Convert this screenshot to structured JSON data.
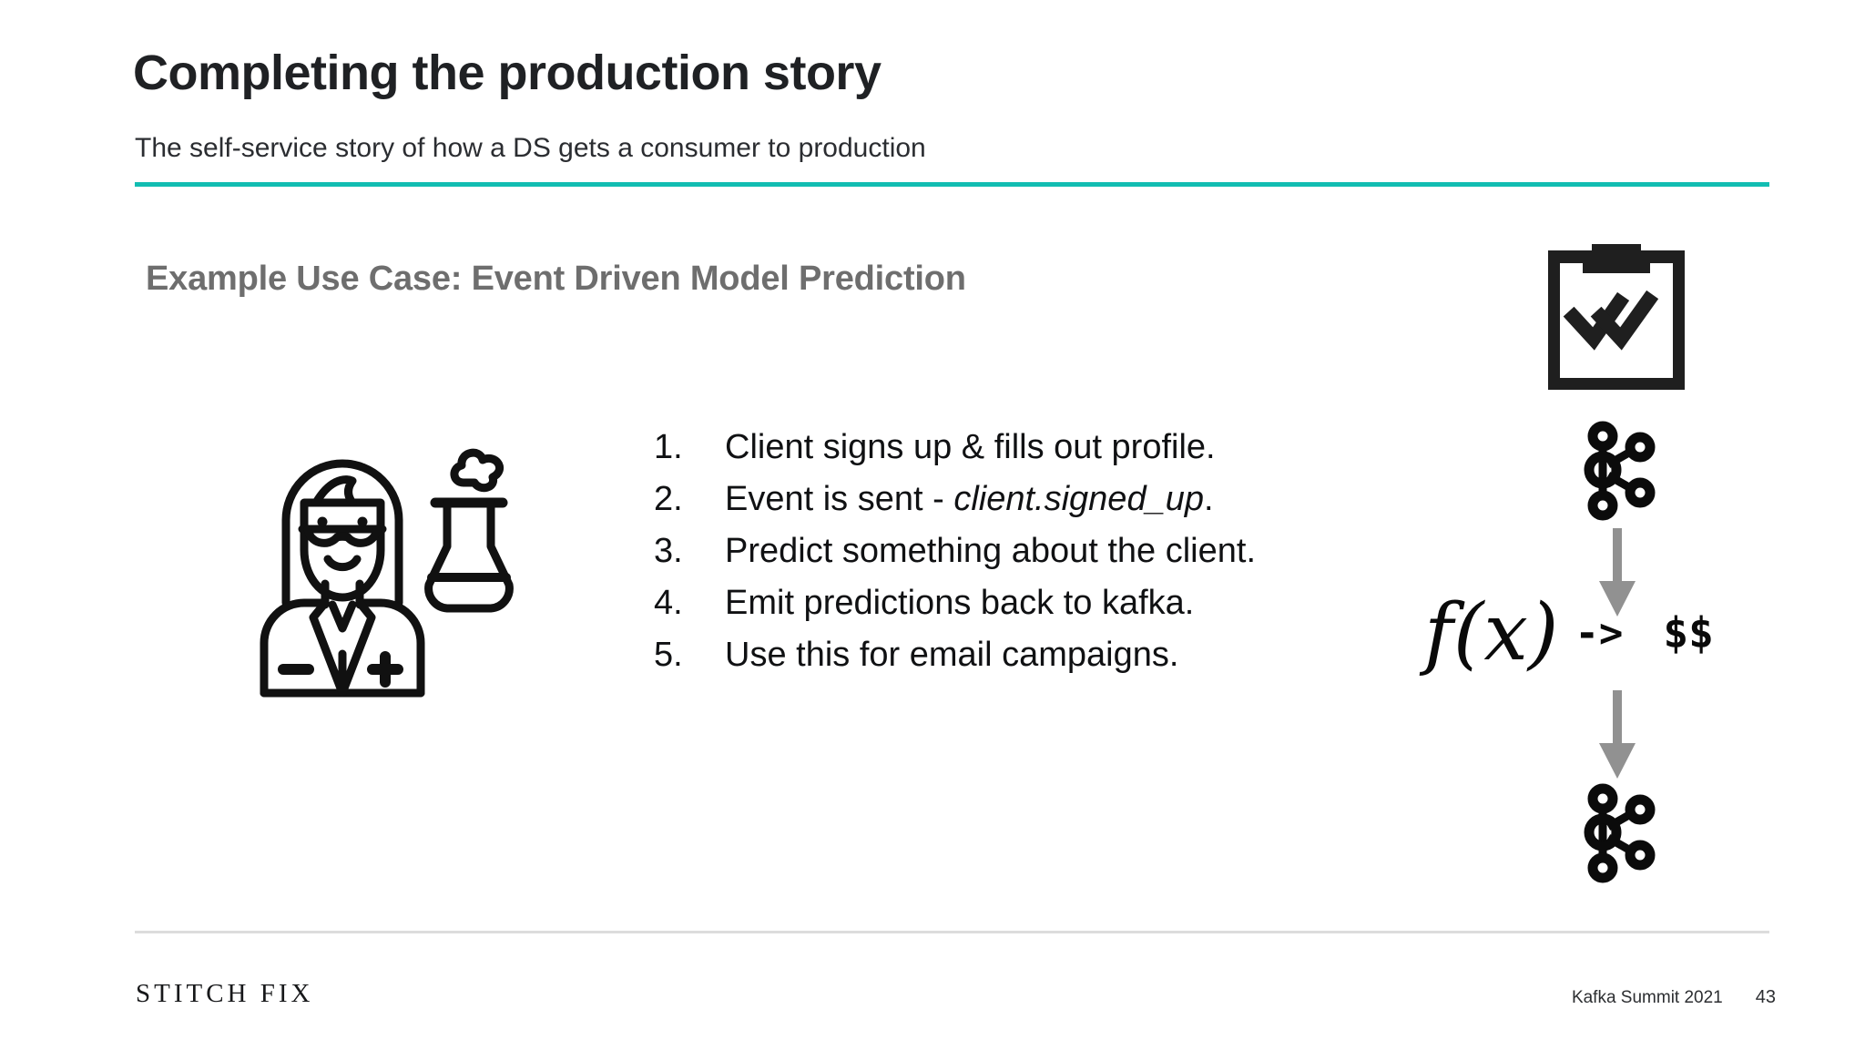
{
  "header": {
    "title": "Completing the production story",
    "subtitle": "The self-service story of how a DS gets a consumer to production",
    "rule_color": "#12bdb2"
  },
  "section": {
    "heading": "Example Use Case: Event Driven Model Prediction",
    "heading_color": "#6e6e6e"
  },
  "illustration": {
    "scientist_icon": "scientist-icon"
  },
  "steps": [
    {
      "number": "1.",
      "text_before": "Client signs up & fills out profile.",
      "emphasis": "",
      "text_after": ""
    },
    {
      "number": "2.",
      "text_before": "Event is sent - ",
      "emphasis": "client.signed_up",
      "text_after": "."
    },
    {
      "number": "3.",
      "text_before": "Predict something about the client.",
      "emphasis": "",
      "text_after": ""
    },
    {
      "number": "4.",
      "text_before": "Emit predictions back to kafka.",
      "emphasis": "",
      "text_after": ""
    },
    {
      "number": "5.",
      "text_before": "Use this for email campaigns.",
      "emphasis": "",
      "text_after": ""
    }
  ],
  "flow": {
    "clipboard_icon": "clipboard-checkmarks-icon",
    "kafka_icon_top": "kafka-logo-icon",
    "arrow_top": "arrow-down-icon",
    "formula": "f(x)",
    "formula_arrow": "->",
    "formula_output": "$$",
    "arrow_bottom": "arrow-down-icon",
    "kafka_icon_bottom": "kafka-logo-icon",
    "arrow_color": "#919191"
  },
  "footer": {
    "brand": "STITCH FIX",
    "event": "Kafka Summit 2021",
    "page_number": "43",
    "rule_color": "#dcdcdc"
  }
}
